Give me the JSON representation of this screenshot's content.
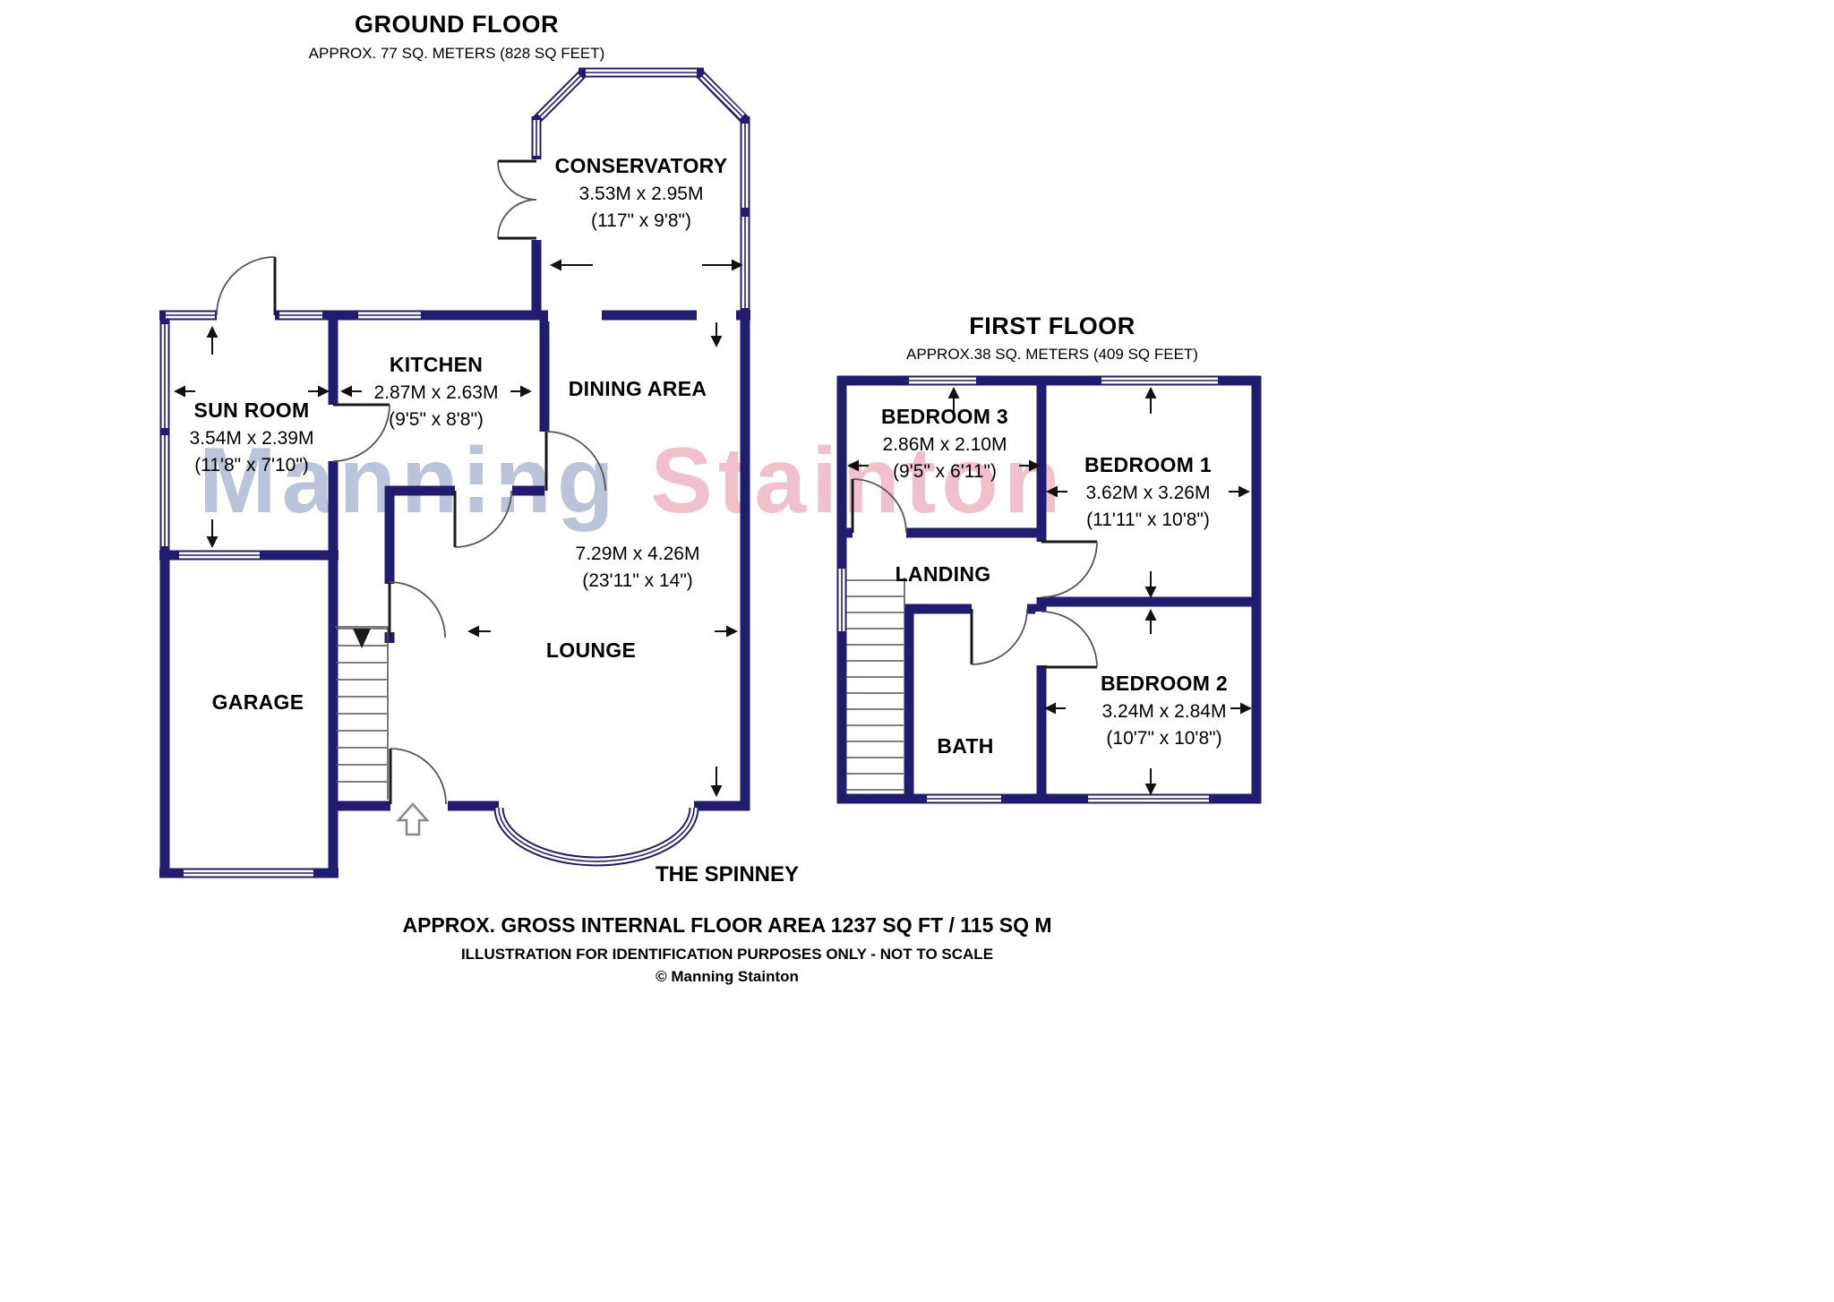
{
  "page": {
    "wall_color": "#201d71",
    "watermark": {
      "part1": "Manning",
      "part2": "Stainton"
    }
  },
  "ground_floor": {
    "title": "GROUND FLOOR",
    "subtitle": "APPROX. 77 SQ. METERS (828 SQ FEET)",
    "rooms": {
      "conservatory": {
        "name": "CONSERVATORY",
        "metric": "3.53M x 2.95M",
        "imperial": "(117\" x 9'8\")"
      },
      "sun_room": {
        "name": "SUN ROOM",
        "metric": "3.54M x 2.39M",
        "imperial": "(11'8\" x 7'10\")"
      },
      "kitchen": {
        "name": "KITCHEN",
        "metric": "2.87M x 2.63M",
        "imperial": "(9'5\" x 8'8\")"
      },
      "dining": {
        "name": "DINING AREA"
      },
      "lounge": {
        "name": "LOUNGE",
        "metric": "7.29M x 4.26M",
        "imperial": "(23'11\" x 14\")"
      },
      "garage": {
        "name": "GARAGE"
      }
    }
  },
  "first_floor": {
    "title": "FIRST FLOOR",
    "subtitle": "APPROX.38 SQ. METERS (409 SQ FEET)",
    "rooms": {
      "bedroom3": {
        "name": "BEDROOM 3",
        "metric": "2.86M x 2.10M",
        "imperial": "(9'5\" x 6'11\")"
      },
      "bedroom1": {
        "name": "BEDROOM 1",
        "metric": "3.62M x 3.26M",
        "imperial": "(11'11\" x 10'8\")"
      },
      "landing": {
        "name": "LANDING"
      },
      "bedroom2": {
        "name": "BEDROOM 2",
        "metric": "3.24M x 2.84M",
        "imperial": "(10'7\" x 10'8\")"
      },
      "bath": {
        "name": "BATH"
      }
    }
  },
  "street": "THE SPINNEY",
  "footer": {
    "area": "APPROX. GROSS INTERNAL FLOOR AREA 1237 SQ FT / 115 SQ M",
    "disclaimer": "ILLUSTRATION FOR IDENTIFICATION PURPOSES ONLY - NOT TO SCALE",
    "copyright": "© Manning Stainton"
  }
}
